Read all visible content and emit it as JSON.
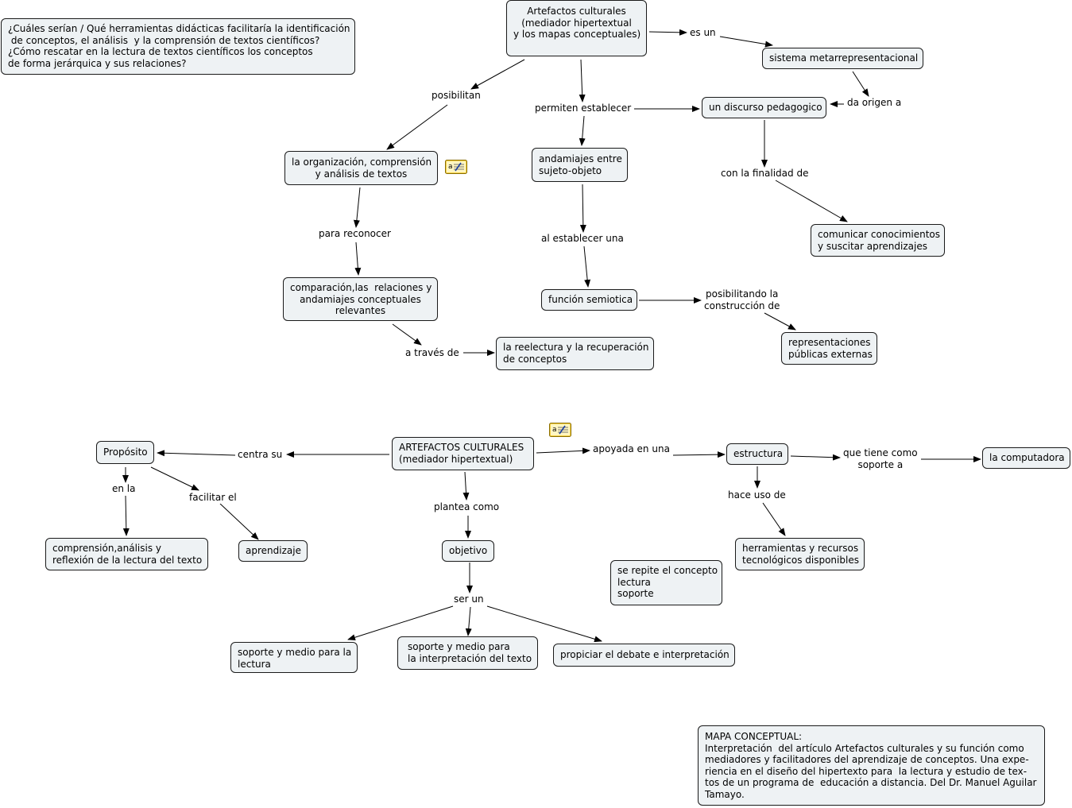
{
  "concepts": {
    "question": "¿Cuáles serían / Qué herramientas didácticas facilitaría la identificación\n de conceptos, el análisis  y la comprensión de textos científicos?\n¿Cómo rescatar en la lectura de textos científicos los conceptos\nde forma jerárquica y sus relaciones?",
    "artefactos_top": "Artefactos culturales\n(mediador hipertextual\ny los mapas conceptuales)",
    "sistema": "sistema metarrepresentacional",
    "discurso": "un discurso pedagogico",
    "organizacion": "la organización, comprensión\ny análisis de textos",
    "andamiajes": "andamiajes entre\nsujeto-objeto",
    "comunicar": "comunicar conocimientos\ny suscitar aprendizajes",
    "comparacion": "comparación,las  relaciones y\nandamiajes conceptuales\nrelevantes",
    "funcion": "función semiotica",
    "relectura": "la reelectura y la recuperación\nde conceptos",
    "representaciones": "representaciones\npúblicas externas",
    "proposito": "Propósito",
    "artefactos_mid": "ARTEFACTOS CULTURALES\n(mediador hipertextual)",
    "estructura": "estructura",
    "computadora": "la computadora",
    "comprension": "comprensión,análisis y\nreflexión de la lectura del texto",
    "aprendizaje": "aprendizaje",
    "objetivo": "objetivo",
    "herramientas": "herramientas y recursos\ntecnológicos disponibles",
    "repite": "se repite el concepto\nlectura\nsoporte",
    "soporte_lectura": "soporte y medio para la\nlectura",
    "soporte_interp": "soporte y medio para\nla interpretación del texto",
    "propiciar": "propiciar el debate e interpretación",
    "mapa": "MAPA CONCEPTUAL:\nInterpretación  del artículo Artefactos culturales y su función como\nmediadores y facilitadores del aprendizaje de conceptos. Una expe-\nriencia en el diseño del hipertexto para  la lectura y estudio de tex-\ntos de un programa de  educación a distancia. Del Dr. Manuel Aguilar\nTamayo."
  },
  "linking_phrases": {
    "es_un": "es un",
    "posibilitan": "posibilitan",
    "permiten": "permiten establecer",
    "da_origen": "da origen a",
    "finalidad": "con la finalidad de",
    "para_reconocer": "para reconocer",
    "al_establecer": "al establecer una",
    "posibilitando": "posibilitando la\nconstrucción de",
    "a_traves": "a través de",
    "centra_su": "centra su",
    "apoyada": "apoyada en una",
    "que_tiene": "que tiene como\nsoporte a",
    "en_la": "en la",
    "facilitar": "facilitar el",
    "plantea": "plantea como",
    "hace_uso": "hace uso de",
    "ser_un": "ser un"
  },
  "icons": {
    "note_1": "annotation-note-icon",
    "note_2": "annotation-note-icon"
  },
  "colors": {
    "node_fill": "#eef2f4",
    "node_border": "#1a1a1a",
    "note_fill": "#f5d24a"
  }
}
